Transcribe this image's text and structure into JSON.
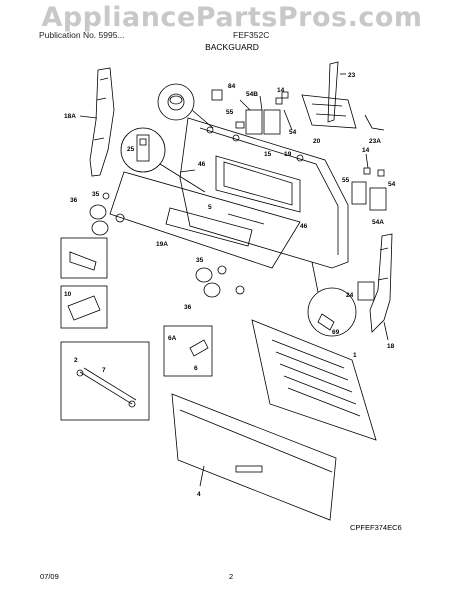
{
  "watermark": "AppliancePartsPros.com",
  "header": {
    "left": "Publication No. 5995...",
    "model": "FEF352C",
    "title": "BACKGUARD"
  },
  "diagram": {
    "code": "CPFEF374EC6",
    "callouts": [
      "84",
      "54B",
      "14",
      "55",
      "54",
      "46",
      "25",
      "15",
      "19",
      "20",
      "23",
      "23A",
      "18A",
      "5",
      "36",
      "35",
      "14",
      "54",
      "55",
      "54A",
      "46",
      "19A",
      "35",
      "36",
      "24",
      "69",
      "18",
      "1",
      "10",
      "6A",
      "6",
      "4",
      "2",
      "7"
    ]
  },
  "footer": {
    "date": "07/09",
    "page": "2"
  }
}
